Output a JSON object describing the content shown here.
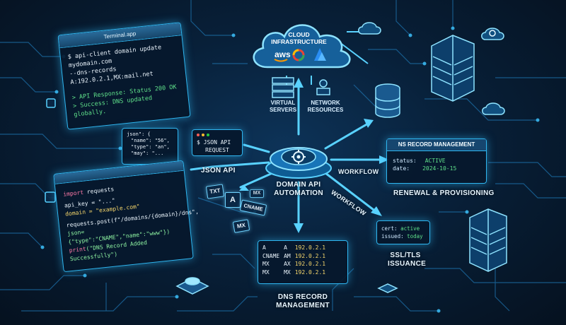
{
  "terminal_app": {
    "title": "Terminal.app",
    "lines": [
      "$ api-client domain update mydomain.com",
      "--dns-records A:192.0.2.1,MX:mail.net",
      "> API Response: Status 200 OK",
      "> Success: DNS updated globally."
    ]
  },
  "json_card": {
    "lines": [
      "json\": {",
      "\"name\": \"56\",",
      "\"type\": \"an\",",
      "\"may\": \"..."
    ]
  },
  "json_request": {
    "line1": "$ JSON API",
    "line2": "REQUEST"
  },
  "labels": {
    "json_api": "JSON API",
    "hub_title_1": "DOMAIN API",
    "hub_title_2": "AUTOMATION",
    "workflow_1": "WORKFLOW",
    "workflow_2": "WORKFLOW",
    "virtual_servers_1": "VIRTUAL",
    "virtual_servers_2": "SERVERS",
    "network_resources_1": "NETWORK",
    "network_resources_2": "RESOURCES",
    "renewal": "RENEWAL & PROVISIONING",
    "ssl_1": "SSL/TLS",
    "ssl_2": "ISSUANCE",
    "dns_mgmt_1": "DNS RECORD",
    "dns_mgmt_2": "MANAGEMENT"
  },
  "cloud": {
    "title_1": "CLOUD",
    "title_2": "INFRASTRUCTURE",
    "aws": "aws"
  },
  "ns_panel": {
    "title": "NS RECORD MANAGEMENT",
    "status_label": "status:",
    "status_value": "ACTIVE",
    "date_label": "date:",
    "date_value": "2024-10-15"
  },
  "ssl_panel": {
    "cert_label": "cert:",
    "cert_value": "active",
    "issued_label": "issued:",
    "issued_value": "today"
  },
  "record_tags": {
    "txt": "TXT",
    "a": "A",
    "cname": "CNAME",
    "mx1": "MX",
    "mx2": "MX"
  },
  "code_window": {
    "lines": [
      {
        "kw": "import",
        "rest": " requests"
      },
      {
        "kw": "",
        "rest": "api_key = \"...\""
      },
      {
        "kw": "",
        "rest": "domain = \"example.com\""
      },
      {
        "kw": "",
        "rest": "requests.post(f\"/domains/{domain}/dns\","
      },
      {
        "kw": "",
        "rest": "json={\"type\":\"CNAME\",\"name\":\"www\"})"
      },
      {
        "kw": "print",
        "rest": "(\"DNS Record Added Successfully\")"
      }
    ]
  },
  "dns_table": {
    "rows": [
      [
        "A",
        "A",
        "192.0.2.1"
      ],
      [
        "CNAME",
        "AM",
        "192.0.2.1"
      ],
      [
        "MX",
        "AX",
        "192.0.2.1"
      ],
      [
        "MX",
        "MX",
        "192.0.2.1"
      ]
    ]
  },
  "colors": {
    "accent": "#2fb6f0",
    "glow": "#6fd3ff",
    "success_green": "#5fe08a",
    "background": "#061426"
  }
}
